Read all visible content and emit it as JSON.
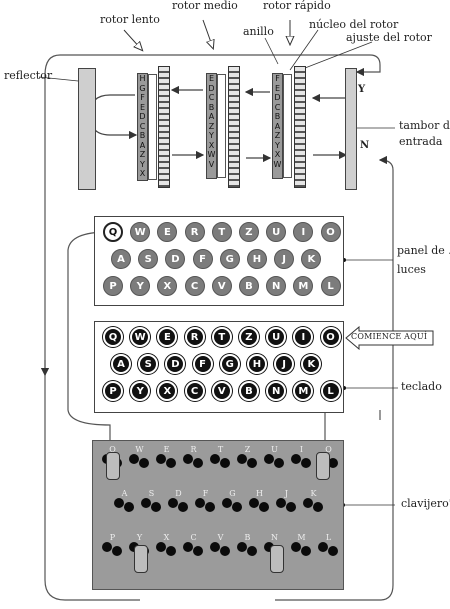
{
  "labels": {
    "rotor_lento": "rotor lento",
    "rotor_medio": "rotor medio",
    "rotor_rapido": "rotor rápido",
    "anillo": "anillo",
    "nucleo": "núcleo del rotor",
    "ajuste": "ajuste del rotor",
    "reflector": "reflector",
    "tambor_1": "tambor de",
    "tambor_2": "entrada",
    "panel_1": "panel de .",
    "panel_2": "luces",
    "teclado": "teclado",
    "clavijero": "clavijero'",
    "comience": "COMIENCE AQUÍ",
    "y_mark": "Y",
    "n_mark": "N"
  },
  "rotor_letters": [
    "H",
    "G",
    "F",
    "E",
    "D",
    "C",
    "B",
    "A",
    "Z",
    "Y",
    "X"
  ],
  "rotor_letters_middle": [
    "E",
    "D",
    "C",
    "B",
    "A",
    "Z",
    "Y",
    "X",
    "W",
    "V"
  ],
  "rotor_letters_fast": [
    "F",
    "E",
    "D",
    "C",
    "B",
    "A",
    "Z",
    "Y",
    "X",
    "W"
  ],
  "keyboard_rows": [
    [
      "Q",
      "W",
      "E",
      "R",
      "T",
      "Z",
      "U",
      "I",
      "O"
    ],
    [
      "A",
      "S",
      "D",
      "F",
      "G",
      "H",
      "J",
      "K"
    ],
    [
      "P",
      "Y",
      "X",
      "C",
      "V",
      "B",
      "N",
      "M",
      "L"
    ]
  ],
  "lit_lamp": "Q",
  "pressed_key": "O",
  "plugboard_rows": [
    [
      "Q",
      "W",
      "E",
      "R",
      "T",
      "Z",
      "U",
      "I",
      "O"
    ],
    [
      "A",
      "S",
      "D",
      "F",
      "G",
      "H",
      "J",
      "K"
    ],
    [
      "P",
      "Y",
      "X",
      "C",
      "V",
      "B",
      "N",
      "M",
      "L"
    ]
  ],
  "colors": {
    "lamp": "#7c7c7c",
    "key": "#111111",
    "plugboard": "#9b9b9b",
    "rotor": "#9a9a9a"
  }
}
